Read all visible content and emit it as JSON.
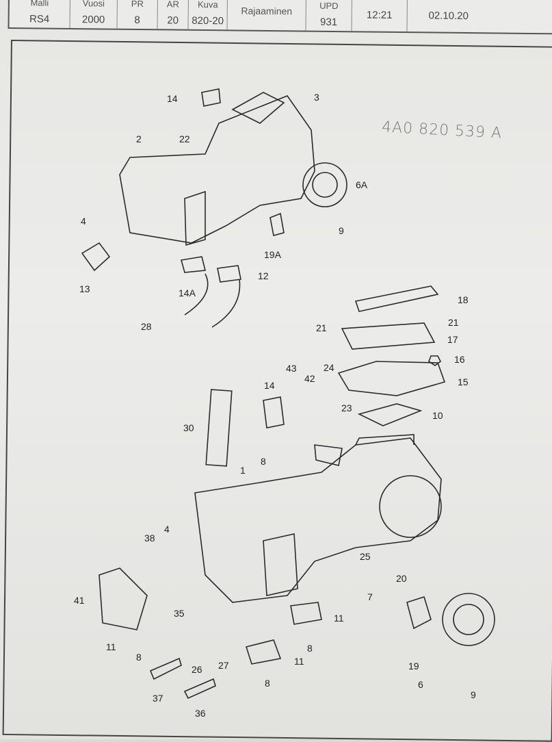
{
  "header": {
    "columns": [
      {
        "label": "Malli",
        "value": "RS4"
      },
      {
        "label": "Vuosi",
        "value": "2000"
      },
      {
        "label": "PR",
        "value": "8"
      },
      {
        "label": "AR",
        "value": "20"
      },
      {
        "label": "Kuva",
        "value": "820-20"
      },
      {
        "label": "Rajaaminen",
        "value": ""
      },
      {
        "label": "UPD",
        "value": "931"
      }
    ],
    "time": "12:21",
    "date": "02.10.20"
  },
  "handwritten_note": "4A0 820 539 A",
  "callouts": [
    "14",
    "3",
    "2",
    "22",
    "6A",
    "4",
    "9",
    "19A",
    "13",
    "14A",
    "12",
    "28",
    "18",
    "21",
    "21",
    "17",
    "16",
    "43",
    "24",
    "42",
    "14",
    "15",
    "23",
    "10",
    "30",
    "8",
    "1",
    "4",
    "38",
    "25",
    "20",
    "7",
    "41",
    "35",
    "11",
    "11",
    "8",
    "8",
    "26",
    "27",
    "11",
    "19",
    "8",
    "6",
    "37",
    "9",
    "36"
  ]
}
